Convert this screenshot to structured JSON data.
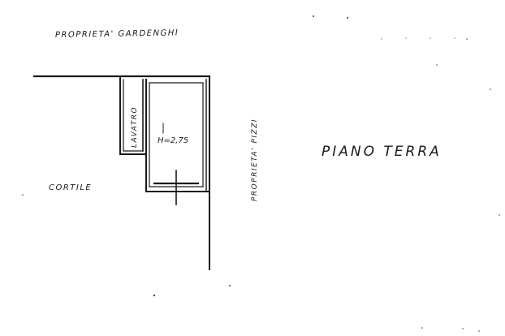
{
  "plan": {
    "top_neighbor_label": "PROPRIETA' GARDENGHI",
    "right_neighbor_label": "PROPRIETA' PIZZI",
    "floor_label": "PIANO TERRA",
    "courtyard_label": "CORTILE",
    "bathroom_label": "LAVATRO",
    "room_height_label": "H=2,75"
  }
}
